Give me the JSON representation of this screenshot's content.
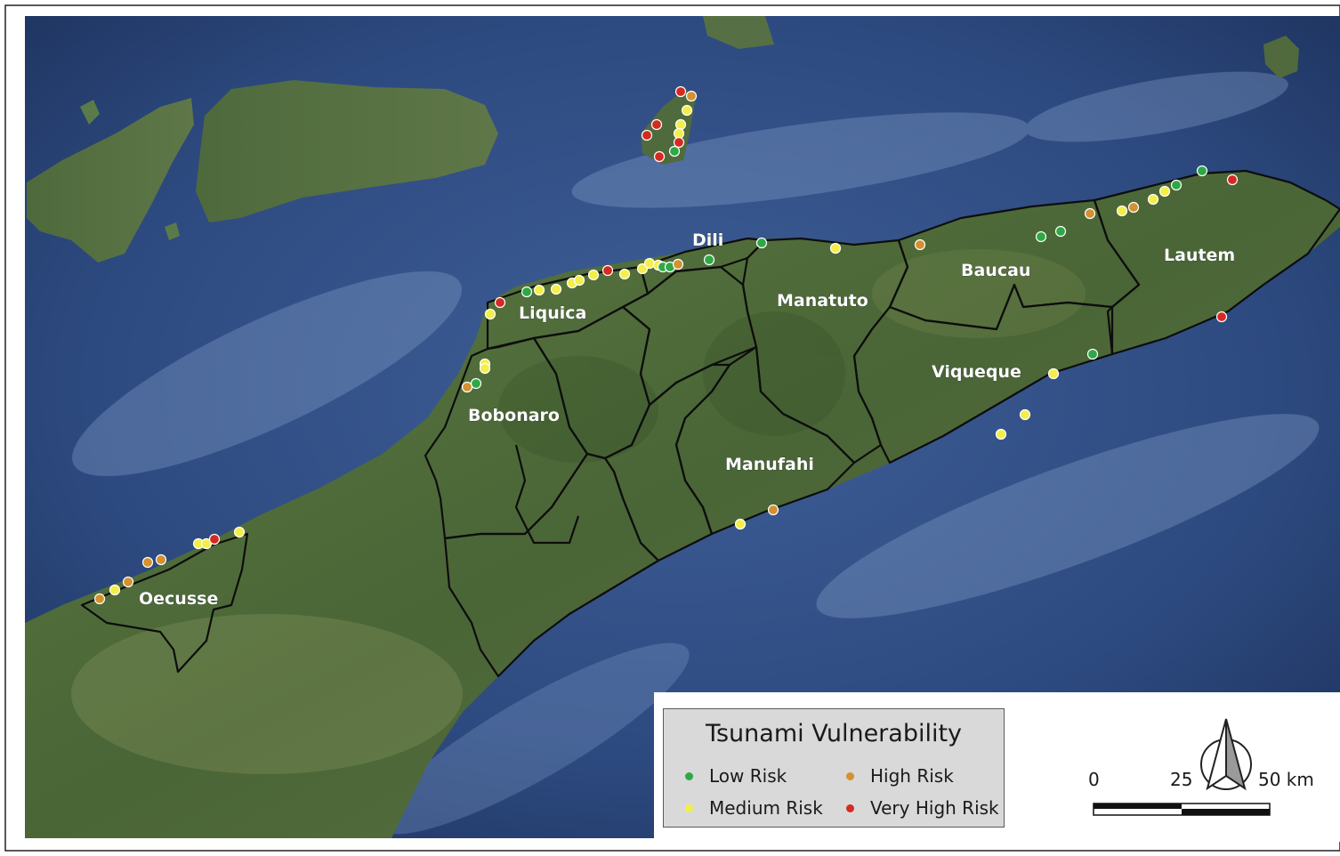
{
  "map": {
    "district_labels": {
      "dili": "Dili",
      "liquica": "Liquica",
      "manatuto": "Manatuto",
      "baucau": "Baucau",
      "lautem": "Lautem",
      "viqueque": "Viqueque",
      "bobonaro": "Bobonaro",
      "manufahi": "Manufahi",
      "oecusse": "Oecusse"
    },
    "colors": {
      "sea_dark": "#1f3560",
      "sea_mid": "#3a5a92",
      "sea_light": "#6f8cc0",
      "land": "#4f6a3a",
      "land_light": "#6c7f4a",
      "boundary": "#0d0d0d",
      "low_risk": "#2ea845",
      "medium_risk": "#f3ee4a",
      "high_risk": "#d39130",
      "very_high_risk": "#d42a22"
    }
  },
  "legend": {
    "title": "Tsunami Vulnerability",
    "items": [
      {
        "label": "Low Risk",
        "color": "#2ea845"
      },
      {
        "label": "High Risk",
        "color": "#d39130"
      },
      {
        "label": "Medium Risk",
        "color": "#f3ee4a"
      },
      {
        "label": "Very High Risk",
        "color": "#d42a22"
      }
    ]
  },
  "scale": {
    "tick_0": "0",
    "tick_25": "25",
    "tick_50": "50 km"
  },
  "north_arrow": {
    "icon": "north-arrow-icon"
  }
}
